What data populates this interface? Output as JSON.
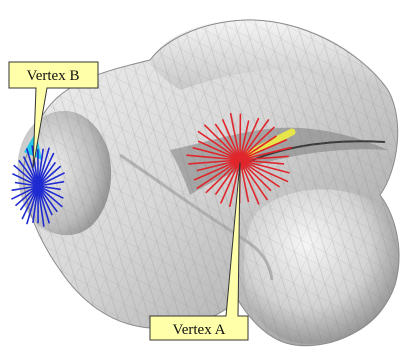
{
  "labels": {
    "vertex_b": "Vertex B",
    "vertex_a": "Vertex A"
  },
  "colors": {
    "callout_fill": "#ffffaa",
    "callout_stroke": "#333333",
    "vertex_a_spokes": "#e0262c",
    "vertex_b_spokes": "#1f2bd0",
    "vertex_a_highlight": "#e6e64a",
    "vertex_b_highlight": "#22c8e6",
    "surface_light": "#ececec",
    "surface_dark": "#8d8d8d"
  },
  "icons": {
    "model": "mesh-surface",
    "vertex_a": "vertex-fan-icon",
    "vertex_b": "vertex-fan-icon"
  }
}
